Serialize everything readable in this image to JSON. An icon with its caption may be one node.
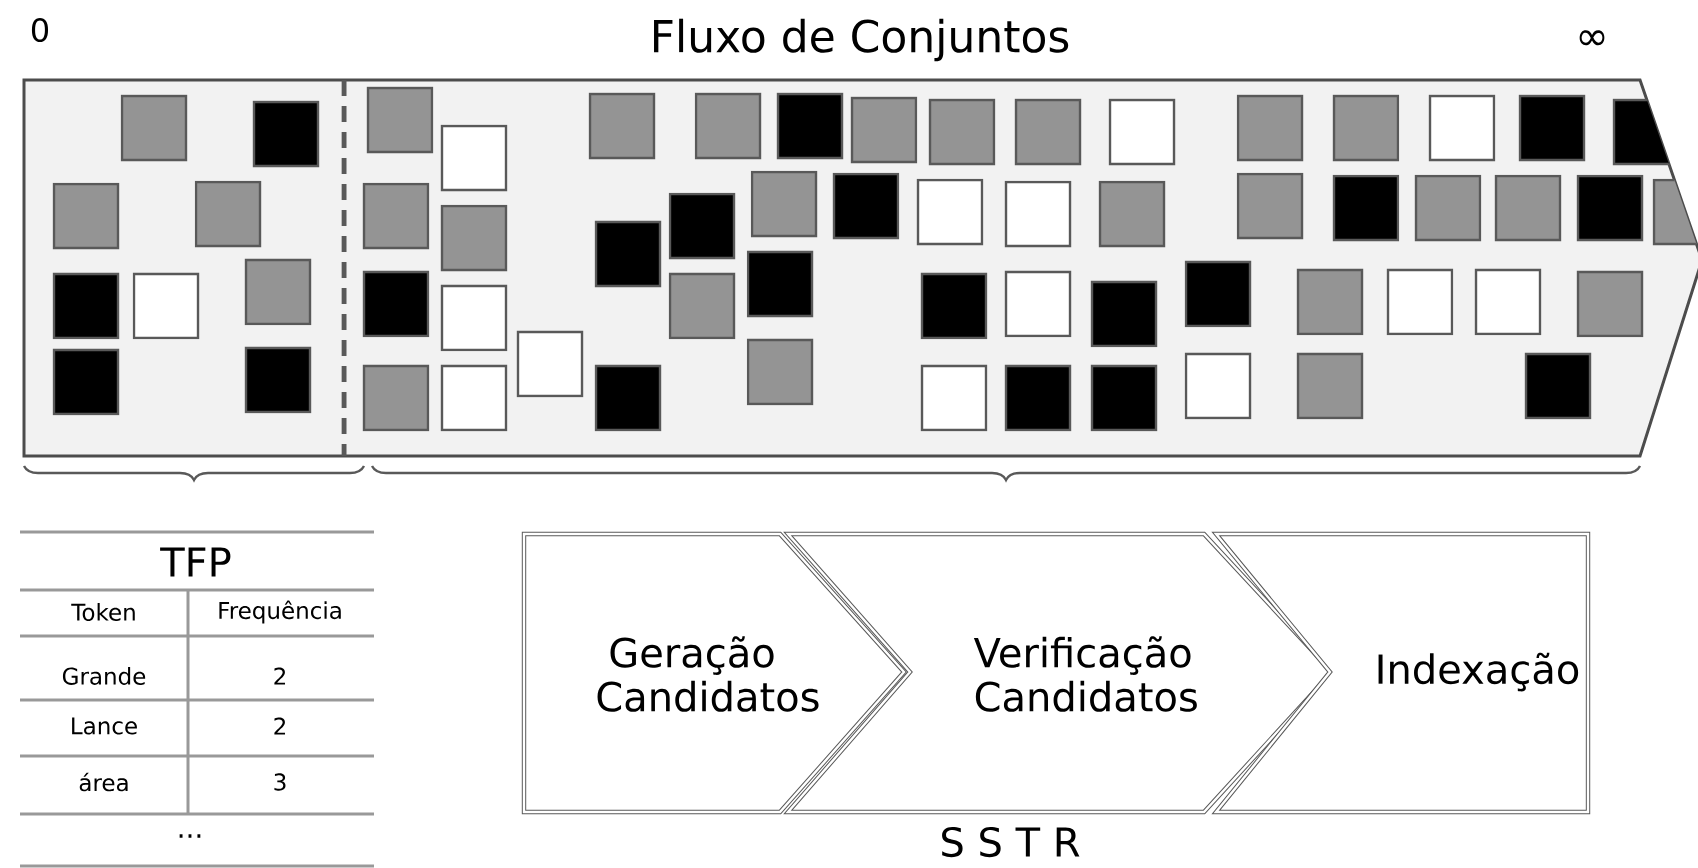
{
  "diagram": {
    "title": "Fluxo de Conjuntos",
    "nodes": [
      {
        "text": [
          "Geração Candidatos"
        ]
      },
      {
        "text": [
          "Verificação Candidatos"
        ]
      },
      {
        "text": [
          "Indexação"
        ]
      }
    ],
    "edges": [],
    "labels": [
      "0",
      "∞",
      "TFP",
      "Token",
      "Frequência",
      "Grande",
      "2",
      "Lance",
      "2",
      "área",
      "3",
      "...",
      "S S T R"
    ]
  }
}
